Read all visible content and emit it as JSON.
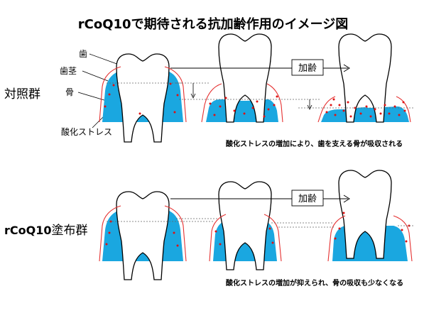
{
  "title": "rCoQ10で期待される抗加齢作用のイメージ図",
  "rows": [
    {
      "group_label": "対照群",
      "arrow_label": "加齢",
      "caption": "酸化ストレスの増加により、歯を支える骨が吸収される"
    },
    {
      "group_label_bold": "rCoQ10",
      "group_label_rest": "塗布群",
      "arrow_label": "加齢",
      "caption": "酸化ストレスの増加が抑えられ、骨の吸収も少なくなる"
    }
  ],
  "legend": {
    "tooth": "歯",
    "gum": "歯茎",
    "bone": "骨",
    "oxidative_stress": "酸化ストレス"
  },
  "colors": {
    "bone": "#1aa7e0",
    "gum_line": "#e53030",
    "ros_dot": "#e01010"
  }
}
